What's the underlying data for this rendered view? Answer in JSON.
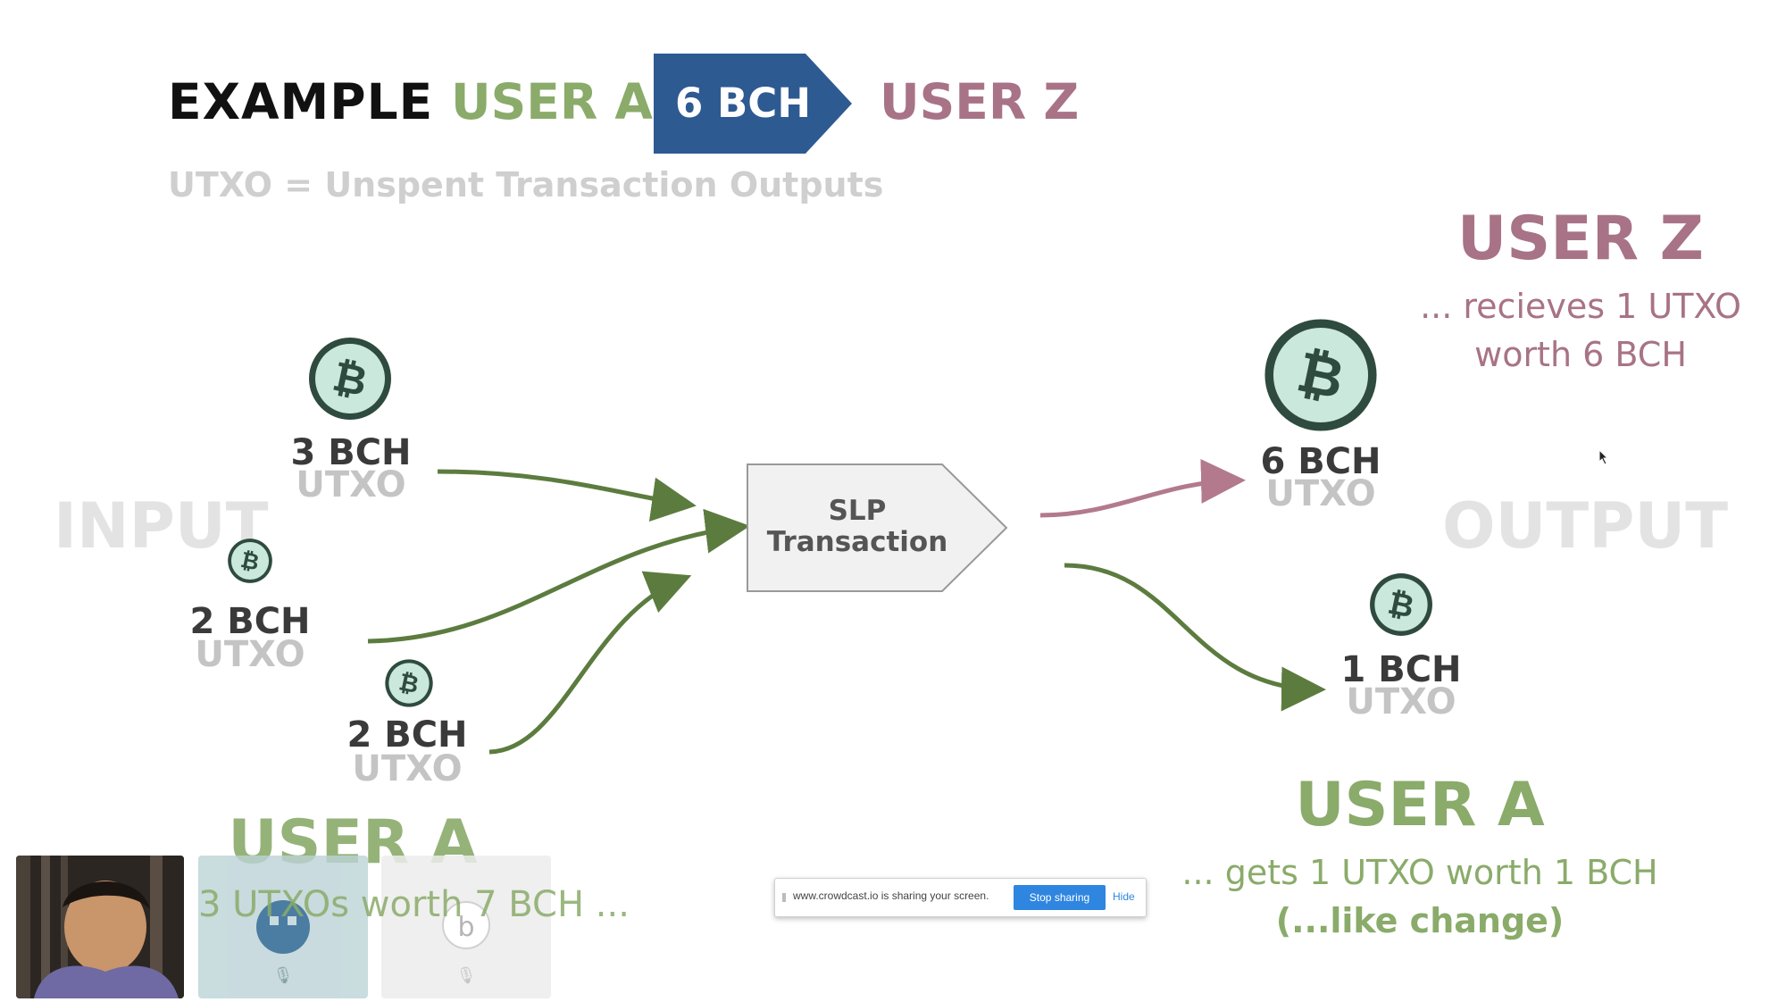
{
  "header": {
    "example": "EXAMPLE",
    "sender": "USER A",
    "amount": "6 BCH",
    "receiver": "USER Z",
    "subtitle": "UTXO = Unspent Transaction Outputs"
  },
  "colors": {
    "green": "#8aab6a",
    "mauve": "#a87386",
    "arrow_blue": "#2e5a92",
    "coin_fill": "#cbe8dd",
    "arrow_green": "#5c7c3f",
    "arrow_mauve": "#b27a8c"
  },
  "inputs": {
    "ghost_label": "INPUT",
    "coins": [
      {
        "amount": "3 BCH",
        "unit": "UTXO",
        "icon": "bitcoin-icon"
      },
      {
        "amount": "2 BCH",
        "unit": "UTXO",
        "icon": "bitcoin-icon"
      },
      {
        "amount": "2 BCH",
        "unit": "UTXO",
        "icon": "bitcoin-icon"
      }
    ],
    "user_title": "USER A",
    "user_desc": "3 UTXOs worth 7 BCH ..."
  },
  "transaction": {
    "line1": "SLP",
    "line2": "Transaction"
  },
  "outputs": {
    "ghost_label": "OUTPUT",
    "coins": [
      {
        "amount": "6 BCH",
        "unit": "UTXO",
        "icon": "bitcoin-icon"
      },
      {
        "amount": "1 BCH",
        "unit": "UTXO",
        "icon": "bitcoin-icon"
      }
    ],
    "user_z": {
      "title": "USER Z",
      "line1": "... recieves 1 UTXO",
      "line2": "worth 6 BCH"
    },
    "user_a": {
      "title": "USER A",
      "line1": "... gets 1 UTXO worth 1 BCH",
      "line2": "(...like change)"
    }
  },
  "share_bar": {
    "message": "www.crowdcast.io is sharing your screen.",
    "stop_button": "Stop sharing",
    "hide_link": "Hide"
  }
}
